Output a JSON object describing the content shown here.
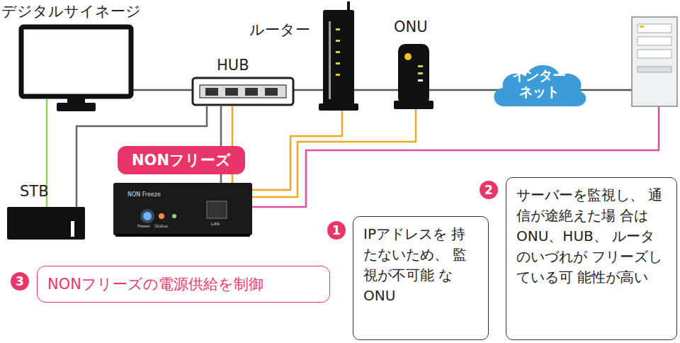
{
  "diagram": {
    "nodes": [
      {
        "text": [
          "インターネット"
        ]
      },
      {
        "text": [
          "NONフリーズ"
        ]
      },
      {
        "text": [
          "1"
        ]
      },
      {
        "text": [
          "IPアドレスを 持たないため、 監視が不可能 なONU"
        ]
      },
      {
        "text": [
          "2"
        ]
      },
      {
        "text": [
          "サーバーを監視し、 通信が途絶えた場 合はONU、HUB、 ルータのいづれが フリーズしている可 能性が高い"
        ]
      },
      {
        "text": [
          "3"
        ]
      },
      {
        "text": [
          "NONフリーズの電源供給を制御"
        ]
      }
    ],
    "labels": [
      "デジタルサイネージ",
      "ルーター",
      "ONU",
      "HUB",
      "STB",
      "NON Freeze",
      "Power",
      "Status",
      "LAN"
    ]
  }
}
